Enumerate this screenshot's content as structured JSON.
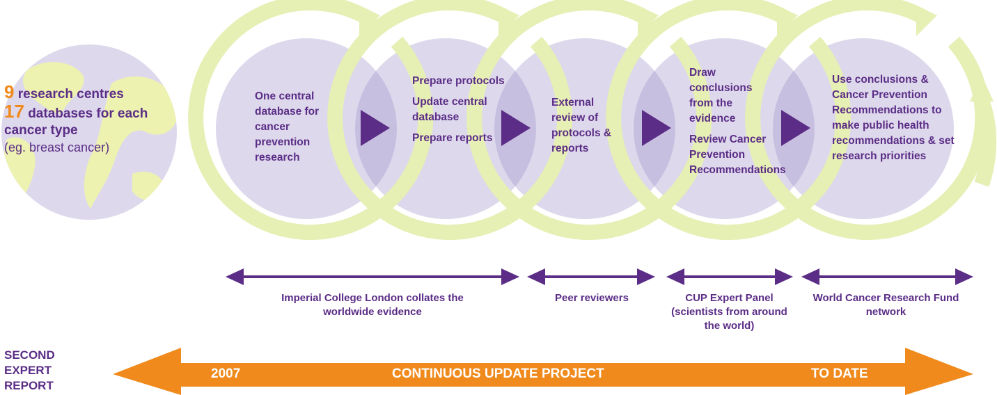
{
  "globe": {
    "line1_num": "9",
    "line1_text": "research centres",
    "line2_num": "17",
    "line2_text": "databases for each cancer type",
    "line3_text": "(eg. breast cancer)"
  },
  "steps": [
    {
      "paragraphs": [
        "One central database for cancer prevention research"
      ]
    },
    {
      "paragraphs": [
        "Prepare protocols",
        "Update central database",
        "Prepare reports"
      ]
    },
    {
      "paragraphs": [
        "External review of protocols & reports"
      ]
    },
    {
      "paragraphs": [
        "Draw conclusions from the evidence",
        "Review Cancer Prevention Recommendations"
      ]
    },
    {
      "paragraphs": [
        "Use conclusions & Cancer Prevention Recommendations to make public health recommendations & set research priorities"
      ]
    }
  ],
  "stages": [
    {
      "label": "Imperial College London collates the worldwide evidence"
    },
    {
      "label": "Peer reviewers"
    },
    {
      "label": "CUP Expert Panel (scientists from around the world)"
    },
    {
      "label": "World Cancer Research Fund network"
    }
  ],
  "timeline": {
    "side_label": "SECOND EXPERT REPORT",
    "start_label": "2007",
    "center_label": "CONTINUOUS UPDATE PROJECT",
    "end_label": "TO DATE"
  },
  "colors": {
    "purple": "#5b2d86",
    "circle_fill": "#ddd8ec",
    "overlap_fill": "#c7bfe0",
    "ring": "#e6efb4",
    "orange": "#f08a1c",
    "land": "#edf2b0"
  }
}
